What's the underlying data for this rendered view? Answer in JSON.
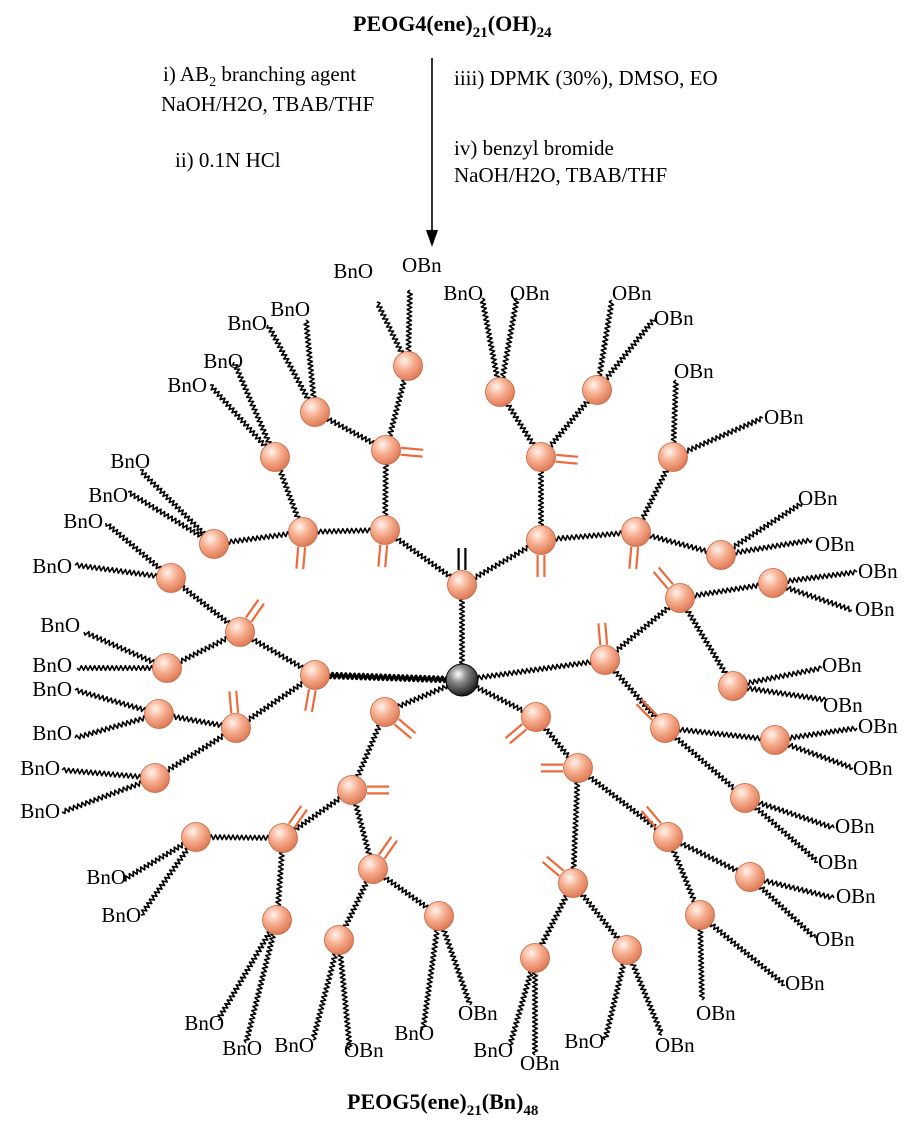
{
  "scheme": {
    "start_name": "PEOG4(ene)",
    "start_sub1": "21",
    "start_mid": "(OH)",
    "start_sub2": "24",
    "product_name": "PEOG5(ene)",
    "product_sub1": "21",
    "product_mid": "(Bn)",
    "product_sub2": "48",
    "left_conditions": {
      "step_i_prefix": "i) AB",
      "step_i_sub": "2",
      "step_i_suffix": " branching agent",
      "step_i_line2": "NaOH/H2O, TBAB/THF",
      "step_ii": "ii) 0.1N HCl"
    },
    "right_conditions": {
      "step_iii": "iiii) DPMK (30%), DMSO, EO",
      "step_iv": "iv) benzyl bromide",
      "step_iv_line2": "NaOH/H2O, TBAB/THF"
    },
    "end_group_left": "BnO",
    "end_group_right": "OBn",
    "colors": {
      "unit_fill": "#f4a689",
      "unit_edge": "#c9623d",
      "ene_stroke": "#ee6a3a",
      "core_fill": "#1a1a1a"
    }
  }
}
